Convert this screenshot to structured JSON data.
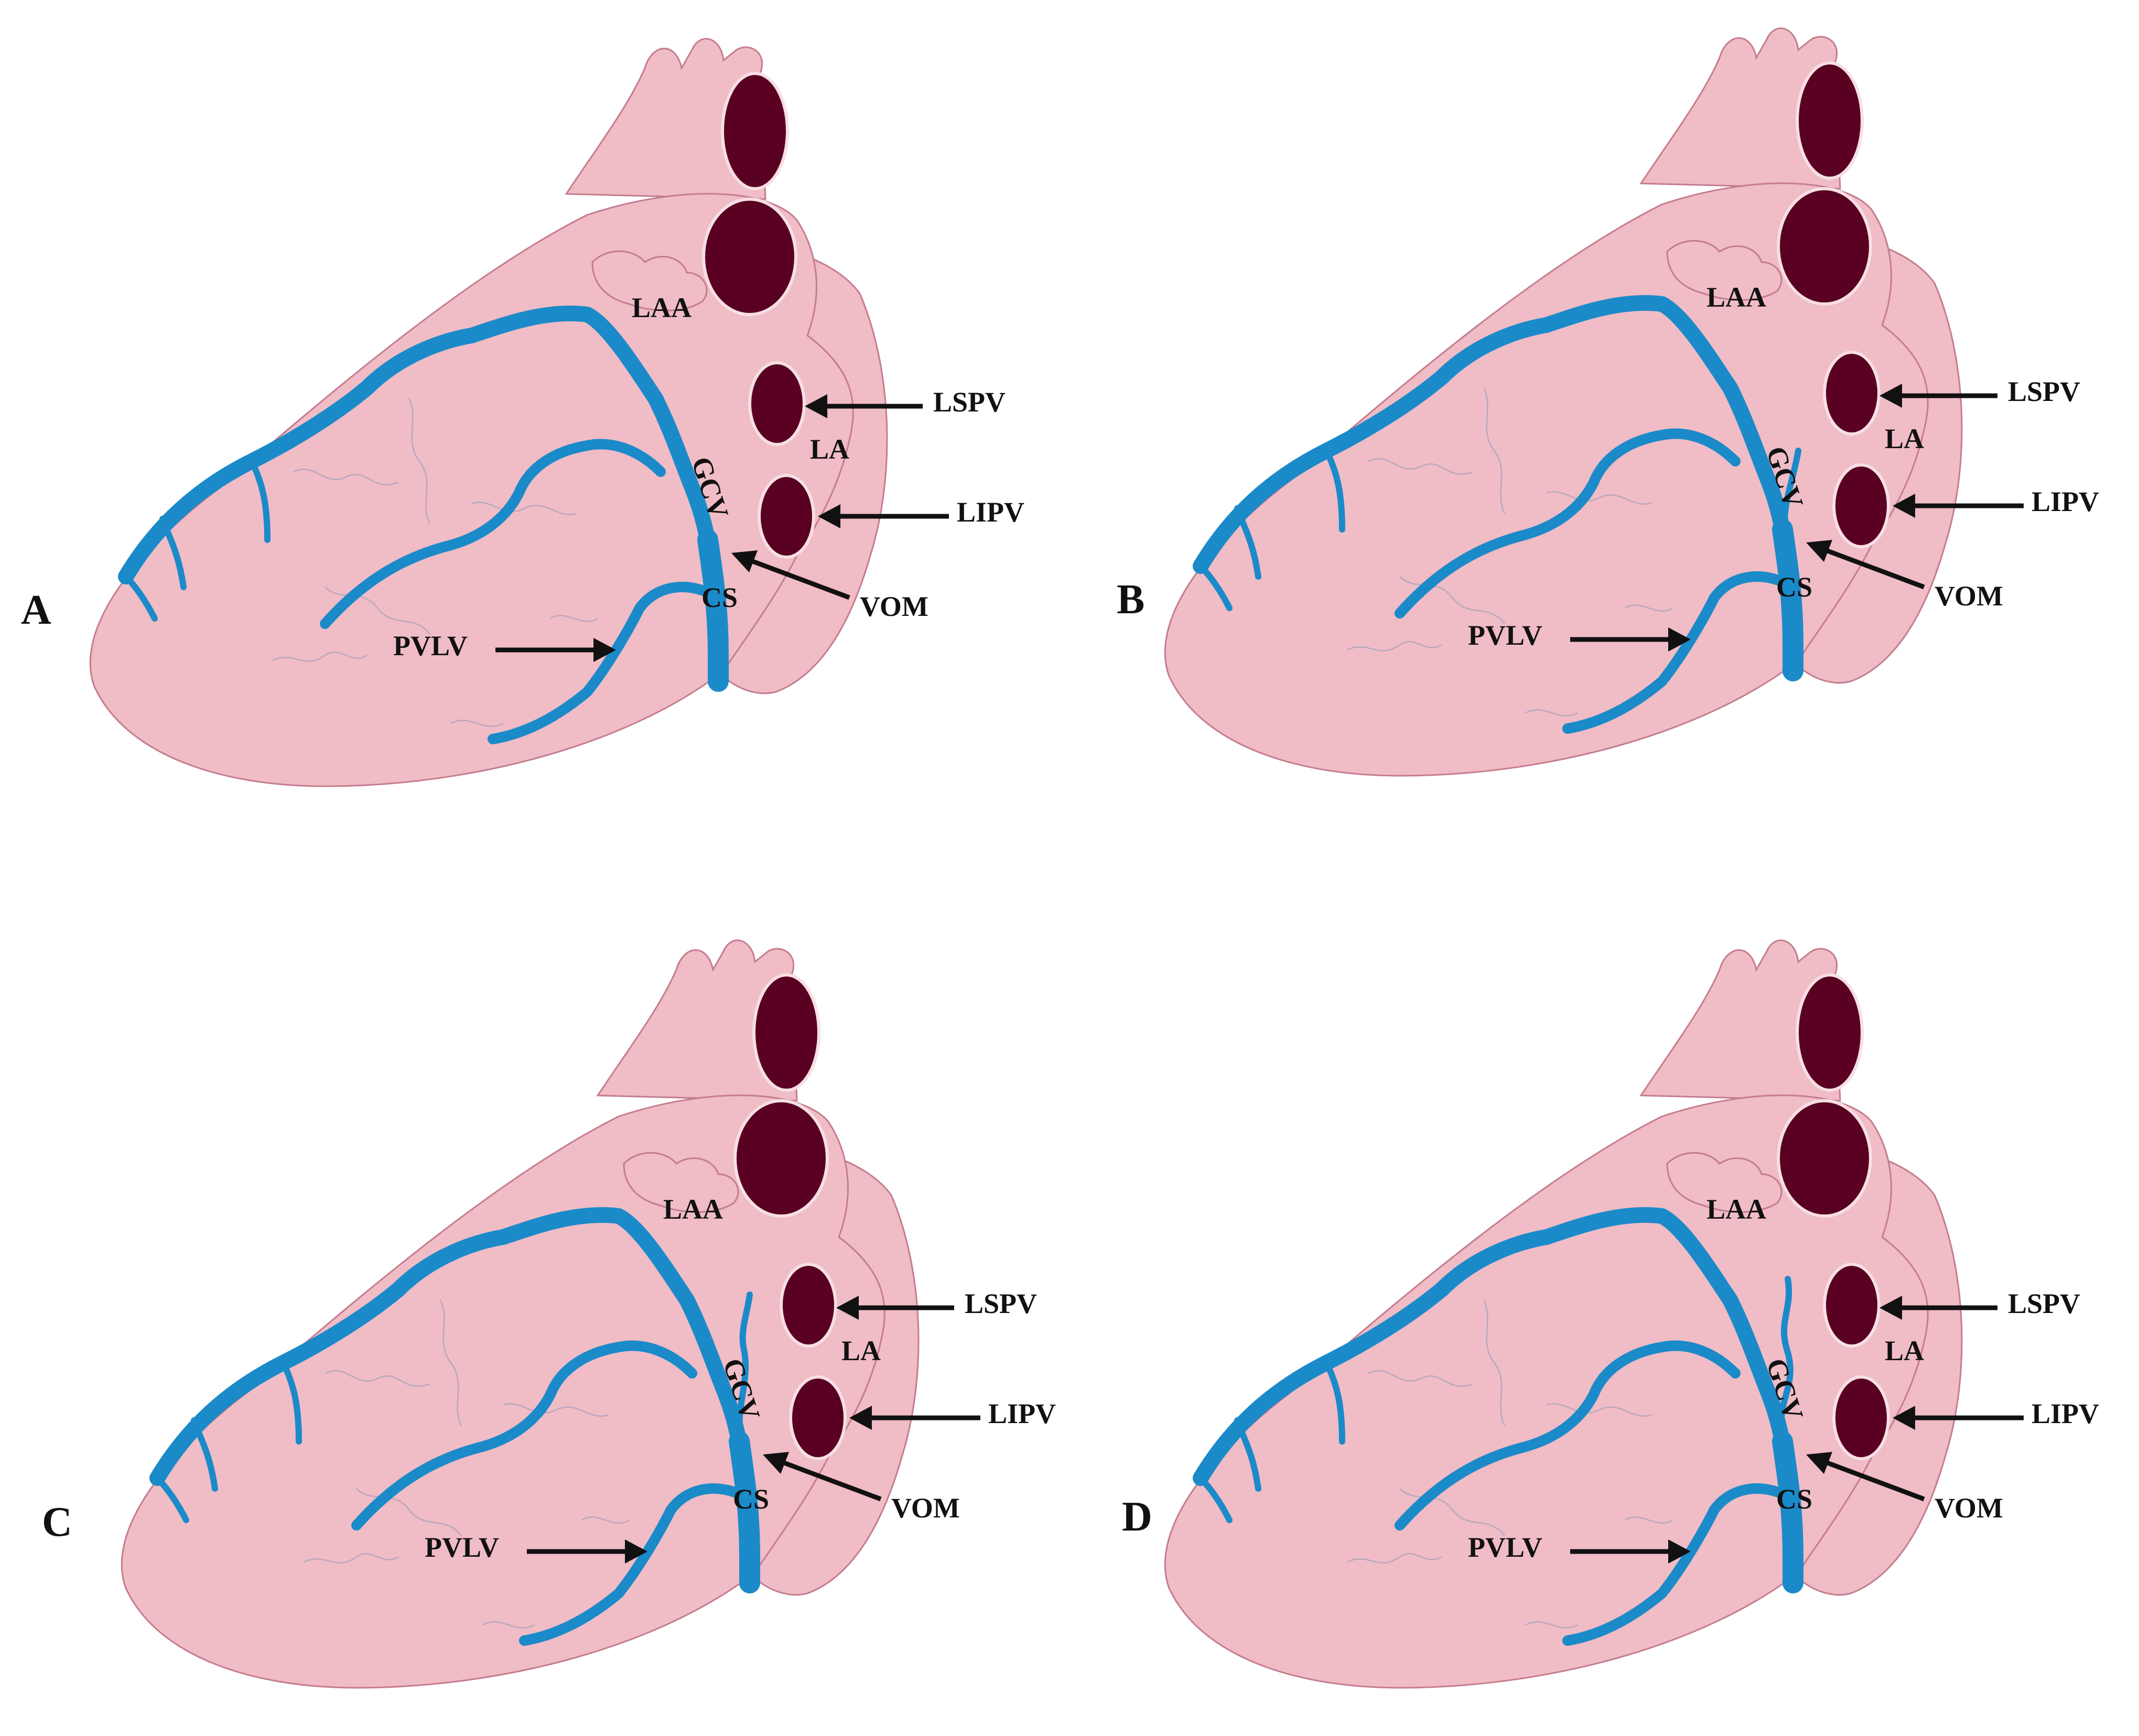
{
  "figure": {
    "panels": [
      {
        "letter": "A",
        "labels": {
          "laa": "LAA",
          "la": "LA",
          "gcv": "GCV",
          "cs": "CS",
          "lspv": "LSPV",
          "lipv": "LIPV",
          "vom": "VOM",
          "pvlv": "PVLV"
        }
      },
      {
        "letter": "B",
        "labels": {
          "laa": "LAA",
          "la": "LA",
          "gcv": "GCV",
          "cs": "CS",
          "lspv": "LSPV",
          "lipv": "LIPV",
          "vom": "VOM",
          "pvlv": "PVLV"
        }
      },
      {
        "letter": "C",
        "labels": {
          "laa": "LAA",
          "la": "LA",
          "gcv": "GCV",
          "cs": "CS",
          "lspv": "LSPV",
          "lipv": "LIPV",
          "vom": "VOM",
          "pvlv": "PVLV"
        }
      },
      {
        "letter": "D",
        "labels": {
          "laa": "LAA",
          "la": "LA",
          "gcv": "GCV",
          "cs": "CS",
          "lspv": "LSPV",
          "lipv": "LIPV",
          "vom": "VOM",
          "pvlv": "PVLV"
        }
      }
    ],
    "colors": {
      "heart_tissue": "#f0bcc6",
      "heart_outline": "#c47c8e",
      "vein": "#1b8ac9",
      "vein_orifice": "#5a0022",
      "arrow": "#111111"
    }
  }
}
